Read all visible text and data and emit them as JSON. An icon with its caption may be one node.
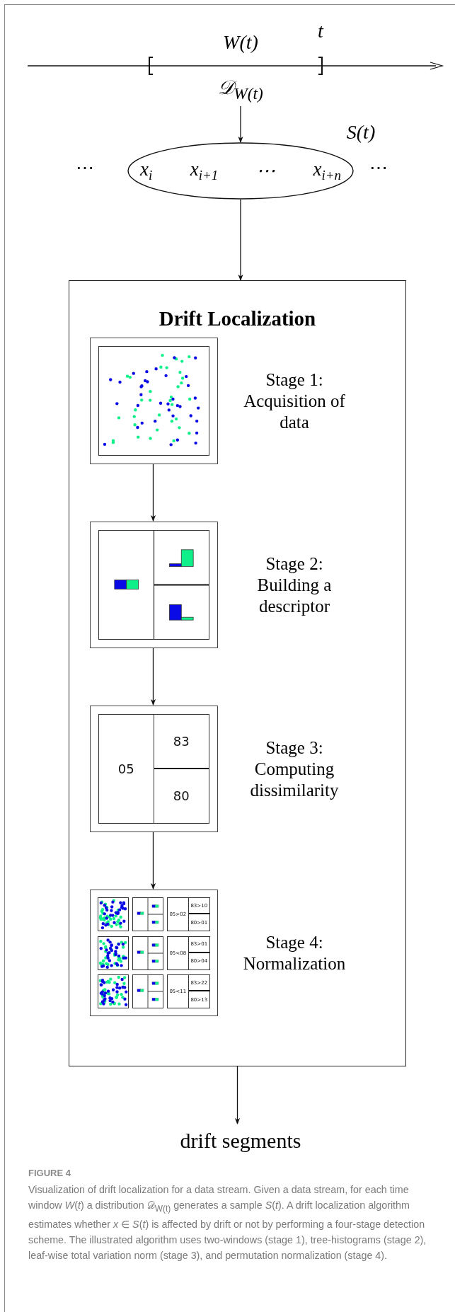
{
  "diagram": {
    "caption": "Visualization of drift localization for a data stream. Given a data stream, for each time window *W*(*t*) a distribution 𝒟$_{W(t)}$ generates a sample *S*(*t*). A drift localization algorithm estimates whether *x* ∈ *S*(*t*) is affected by drift or not by performing a four-stage detection scheme. The illustrated algorithm uses two-windows (stage 1), tree-histograms (stage 2), leaf-wise total variation norm (stage 3), and permutation normalization (stage 4).",
    "nodes": [
      {
        "text": [
          "𝒟$_{W(t)}$"
        ]
      },
      {
        "text": [
          "x$_{i}$",
          "x$_{i+1}$",
          "⋯",
          "x$_{i+n}$"
        ],
        "beside": [
          "S(t)"
        ]
      },
      {
        "text": [
          "Drift Localization"
        ]
      },
      {
        "text": [],
        "shape": "picture",
        "in": 2,
        "beside": [
          "Stage 1: Acquisition of data"
        ]
      },
      {
        "text": [],
        "shape": "picture",
        "in": 2,
        "beside": [
          "Stage 2: Building a descriptor"
        ]
      },
      {
        "text": [
          "05",
          "83",
          "80"
        ],
        "in": 2,
        "beside": [
          "Stage 3: Computing dissimilarity"
        ]
      },
      {
        "text": [
          "05>02",
          "83>10",
          "80>01",
          "05<08",
          "83>01",
          "80>04",
          "05<11",
          "83>22",
          "80>13"
        ],
        "in": 2,
        "beside": [
          "Stage 4: Normalization"
        ]
      },
      {
        "text": [
          "drift segments"
        ]
      }
    ],
    "edges": [
      {
        "from": 0,
        "to": 1,
        "arrow": "to"
      },
      {
        "from": 1,
        "to": 2,
        "arrow": "to"
      },
      {
        "from": 3,
        "to": 4,
        "arrow": "to"
      },
      {
        "from": 4,
        "to": 5,
        "arrow": "to"
      },
      {
        "from": 5,
        "to": 6,
        "arrow": "to"
      },
      {
        "from": 2,
        "to": 7,
        "arrow": "to"
      }
    ],
    "labels": [
      "W(t)",
      "t",
      "⋯",
      "⋯",
      "FIGURE 4"
    ]
  }
}
